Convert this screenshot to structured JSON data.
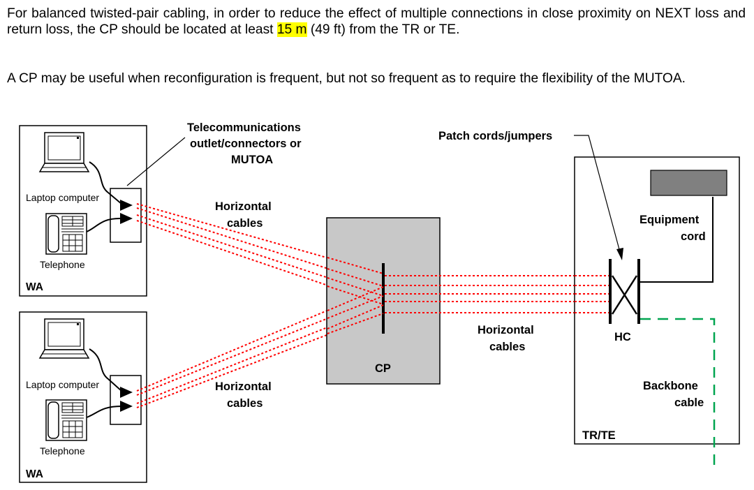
{
  "paragraph1": {
    "before": "For balanced twisted-pair cabling, in order to reduce the effect of multiple connections in close proximity on NEXT loss and return loss, the CP should be located at least ",
    "highlight": "15 m",
    "after": " (49 ft) from the TR or TE."
  },
  "paragraph2": "A CP may be useful when reconfiguration is frequent, but not so frequent as to require the flexibility of the MUTOA.",
  "diagram": {
    "outlet_label": [
      "Telecommunications",
      "outlet/connectors or",
      "MUTOA"
    ],
    "patch_cords_label": "Patch cords/jumpers",
    "horizontal_top": [
      "Horizontal",
      "cables"
    ],
    "horizontal_middle": [
      "Horizontal",
      "cables"
    ],
    "horizontal_bottom": [
      "Horizontal",
      "cables"
    ],
    "equipment_cord": [
      "Equipment",
      "cord"
    ],
    "hc": "HC",
    "cp": "CP",
    "backbone_cable": [
      "Backbone",
      "cable"
    ],
    "tr_te": "TR/TE",
    "wa_top": {
      "laptop": "Laptop computer",
      "telephone": "Telephone",
      "area": "WA"
    },
    "wa_bottom": {
      "laptop": "Laptop computer",
      "telephone": "Telephone",
      "area": "WA"
    },
    "colors": {
      "horizontal_cable": "#ff0000",
      "backbone_cable": "#00a550",
      "cp_fill": "#c8c8c8",
      "highlight": "#ffff00"
    }
  }
}
